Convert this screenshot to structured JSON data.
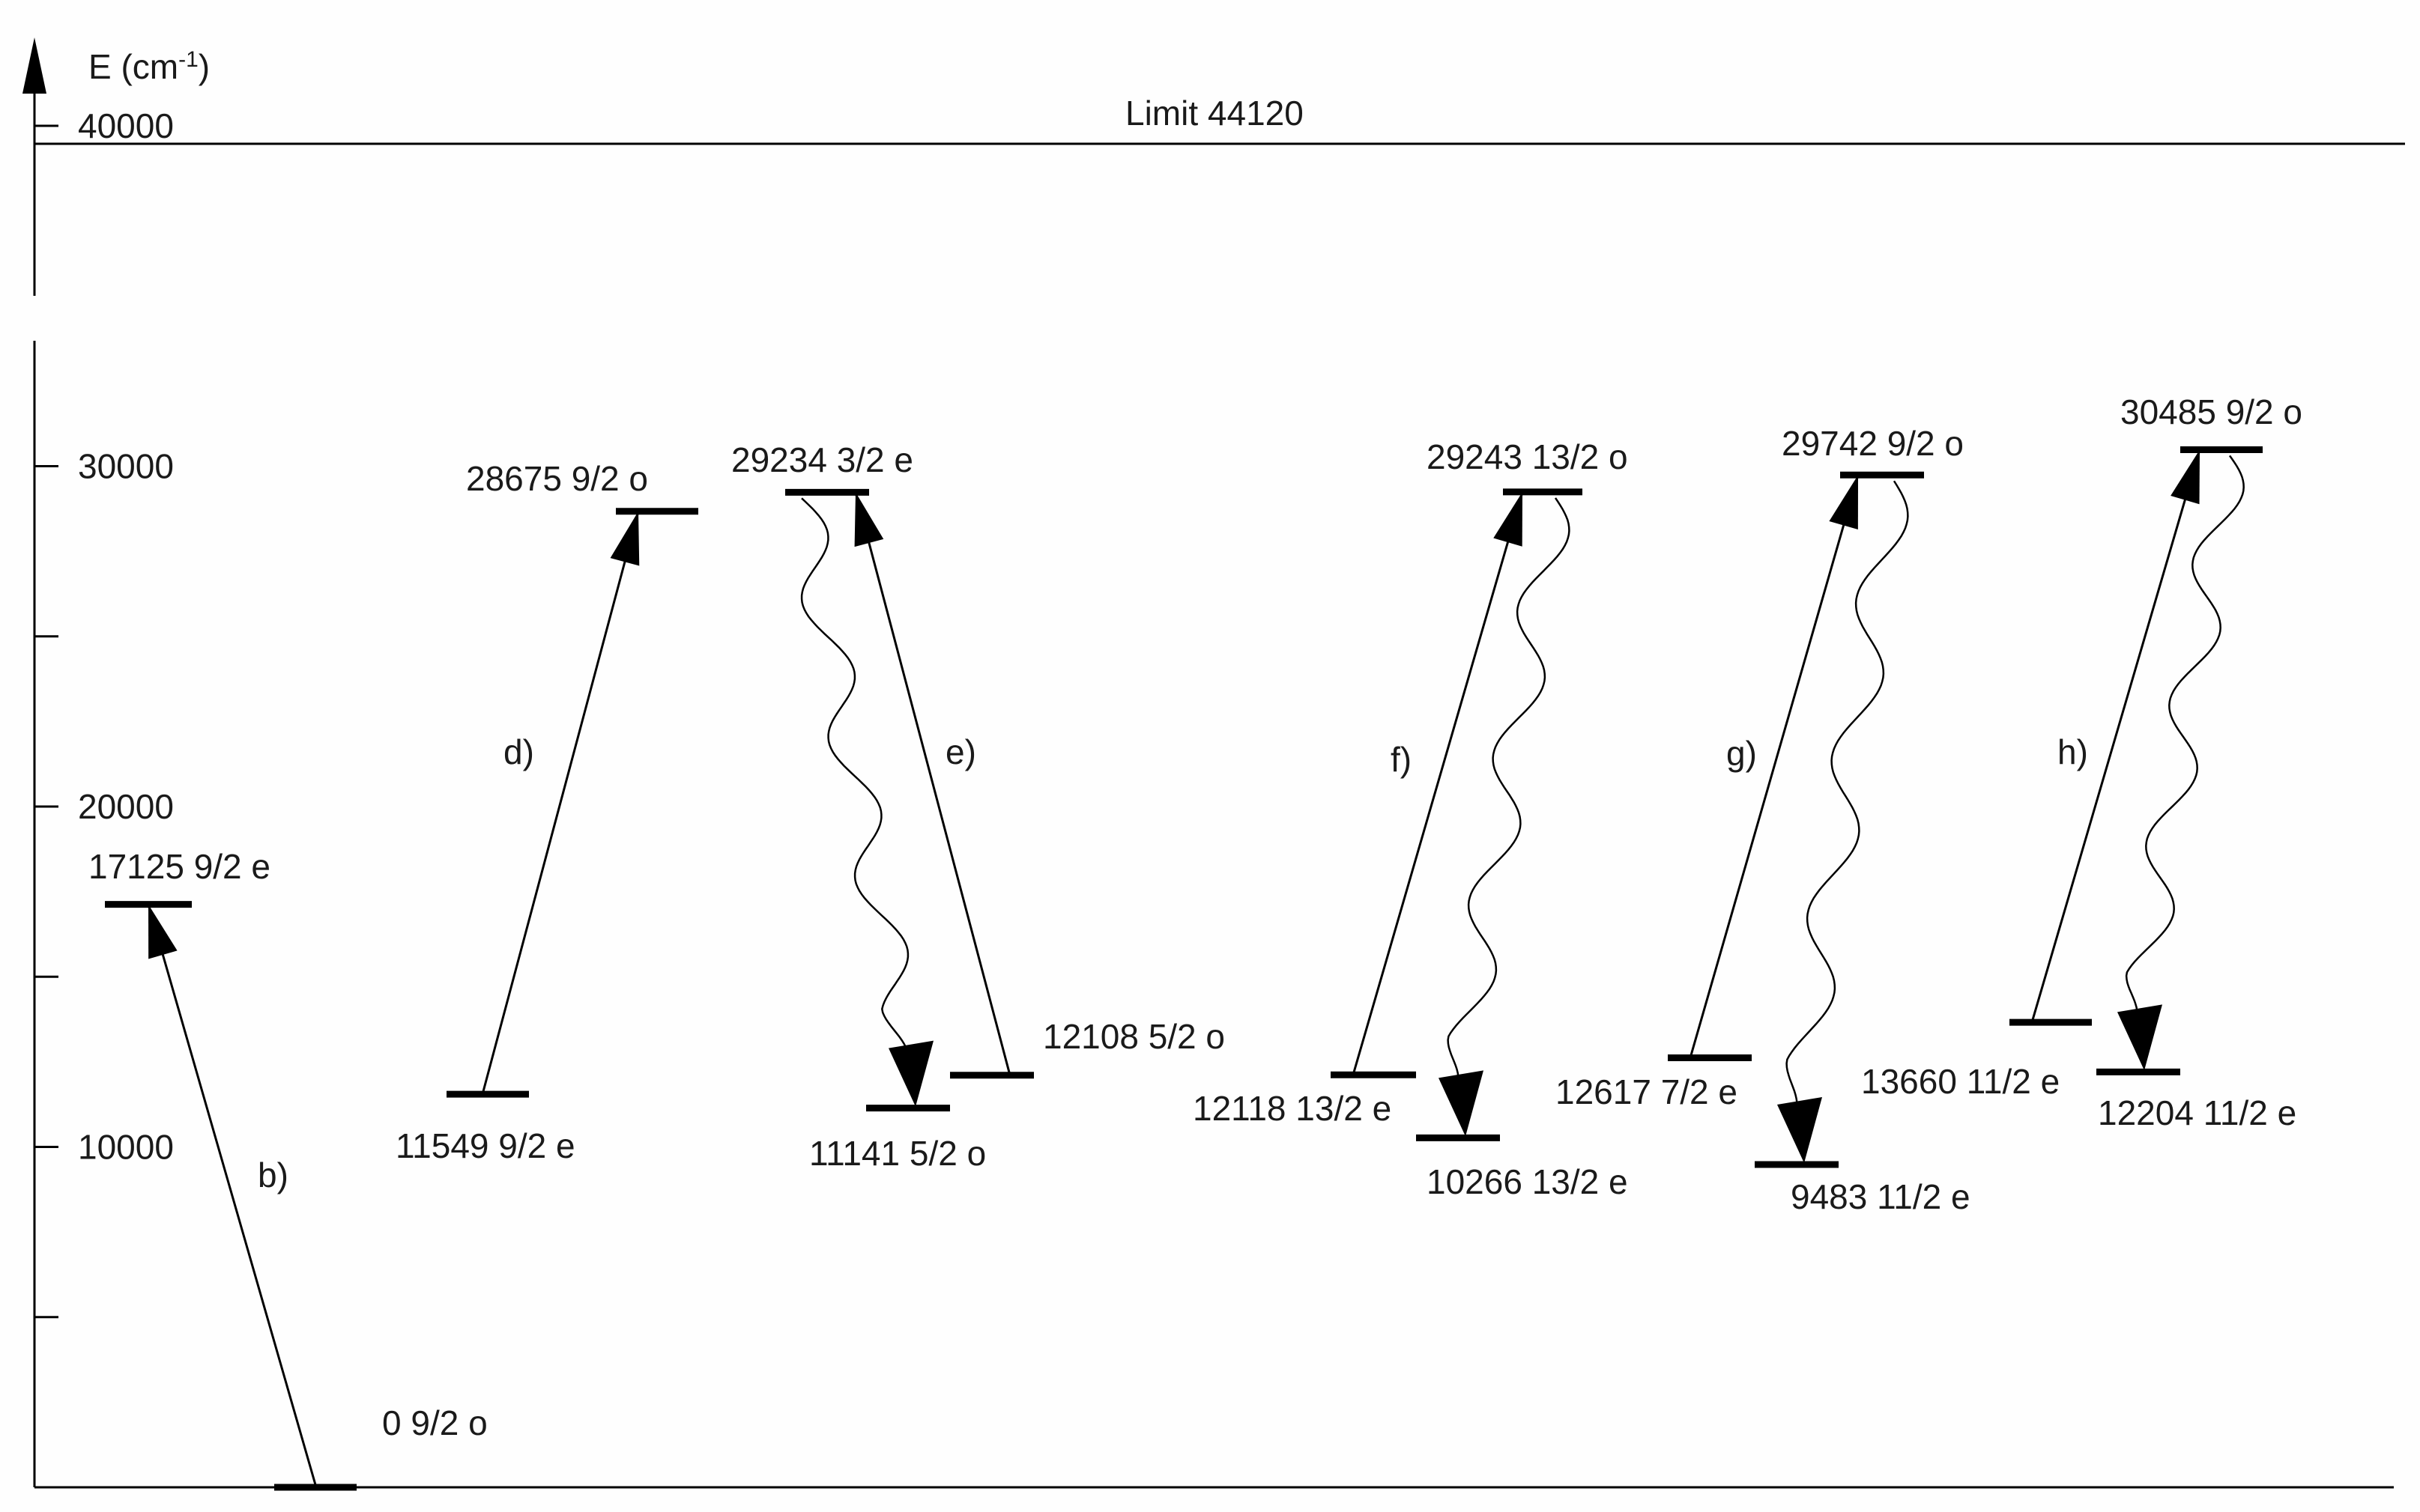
{
  "axis": {
    "label_main": "E (cm",
    "label_sup": "-1",
    "label_close": ")",
    "ticks": [
      {
        "value": 10000,
        "label": "10000"
      },
      {
        "value": 20000,
        "label": "20000"
      },
      {
        "value": 30000,
        "label": "30000"
      },
      {
        "value": 40000,
        "label": "40000"
      }
    ],
    "minor_ticks": [
      5000,
      15000,
      25000
    ]
  },
  "limit": {
    "value": 44120,
    "text": "Limit  44120"
  },
  "levels": [
    {
      "id": "b-low",
      "energy": 0,
      "text": "0  9/2 o"
    },
    {
      "id": "b-up",
      "energy": 17125,
      "text": "17125  9/2 e"
    },
    {
      "id": "d-low",
      "energy": 11549,
      "text": "11549  9/2 e"
    },
    {
      "id": "d-up",
      "energy": 28675,
      "text": "28675  9/2 o"
    },
    {
      "id": "e-up",
      "energy": 29234,
      "text": "29234  3/2 e"
    },
    {
      "id": "e-exc",
      "energy": 12108,
      "text": "12108  5/2 o"
    },
    {
      "id": "e-dec",
      "energy": 11141,
      "text": "11141  5/2 o"
    },
    {
      "id": "f-exc",
      "energy": 12118,
      "text": "12118  13/2 e"
    },
    {
      "id": "f-up",
      "energy": 29243,
      "text": "29243  13/2  o"
    },
    {
      "id": "f-dec",
      "energy": 10266,
      "text": "10266  13/2 e"
    },
    {
      "id": "g-exc",
      "energy": 12617,
      "text": "12617  7/2 e"
    },
    {
      "id": "g-up",
      "energy": 29742,
      "text": "29742  9/2 o"
    },
    {
      "id": "g-dec",
      "energy": 9483,
      "text": "9483  11/2 e"
    },
    {
      "id": "h-exc",
      "energy": 13660,
      "text": "13660  11/2 e"
    },
    {
      "id": "h-up",
      "energy": 30485,
      "text": "30485  9/2 o"
    },
    {
      "id": "h-dec",
      "energy": 12204,
      "text": "12204  11/2 e"
    }
  ],
  "transitions": [
    {
      "label": "b)",
      "from": "b-low",
      "to": "b-up",
      "decay": null
    },
    {
      "label": "d)",
      "from": "d-low",
      "to": "d-up",
      "decay": null
    },
    {
      "label": "e)",
      "from": "e-exc",
      "to": "e-up",
      "decay": "e-dec"
    },
    {
      "label": "f)",
      "from": "f-exc",
      "to": "f-up",
      "decay": "f-dec"
    },
    {
      "label": "g)",
      "from": "g-exc",
      "to": "g-up",
      "decay": "g-dec"
    },
    {
      "label": "h)",
      "from": "h-exc",
      "to": "h-up",
      "decay": "h-dec"
    }
  ]
}
